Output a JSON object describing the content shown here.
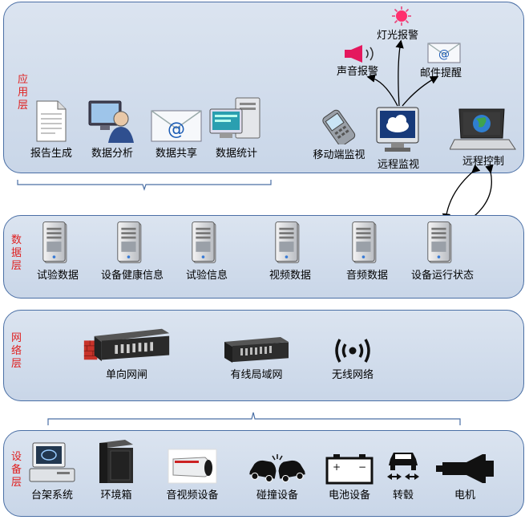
{
  "layers": {
    "application": {
      "label": "应用层",
      "items": [
        "报告生成",
        "数据分析",
        "数据共享",
        "数据统计",
        "移动端监视",
        "远程监视",
        "远程控制"
      ],
      "alerts": [
        "灯光报警",
        "声音报警",
        "邮件提醒"
      ]
    },
    "data": {
      "label": "数据层",
      "items": [
        "试验数据",
        "设备健康信息",
        "试验信息",
        "视频数据",
        "音频数据",
        "设备运行状态"
      ]
    },
    "network": {
      "label": "网络层",
      "items": [
        "单向网闸",
        "有线局域网",
        "无线网络"
      ]
    },
    "device": {
      "label": "设备层",
      "items": [
        "台架系统",
        "环境箱",
        "音视频设备",
        "碰撞设备",
        "电池设备",
        "转毂",
        "电机"
      ]
    }
  },
  "icons": {
    "document": "document-icon",
    "analyst": "computer-user-icon",
    "email": "email-icon",
    "stats": "desktop-computer-icon",
    "mobile": "mobile-phone-icon",
    "monitor": "cloud-monitor-icon",
    "laptop": "laptop-globe-icon",
    "light": "warning-light-icon",
    "speaker": "loudspeaker-icon",
    "mail": "mail-alert-icon",
    "server": "server-icon",
    "gateway": "network-gateway-icon",
    "switch": "network-switch-icon",
    "wireless": "wireless-signal-icon",
    "rig": "test-rig-computer-icon",
    "cabinet": "environment-chamber-icon",
    "camera": "camera-icon",
    "crash": "crash-cars-icon",
    "battery": "battery-icon",
    "roller": "chassis-dyno-icon",
    "motor": "motor-icon"
  },
  "colors": {
    "layer_fill": "#ccd8ea",
    "layer_border": "#4a6fa5",
    "layer_label": "#e02020",
    "bracket": "#4a6fa5"
  }
}
